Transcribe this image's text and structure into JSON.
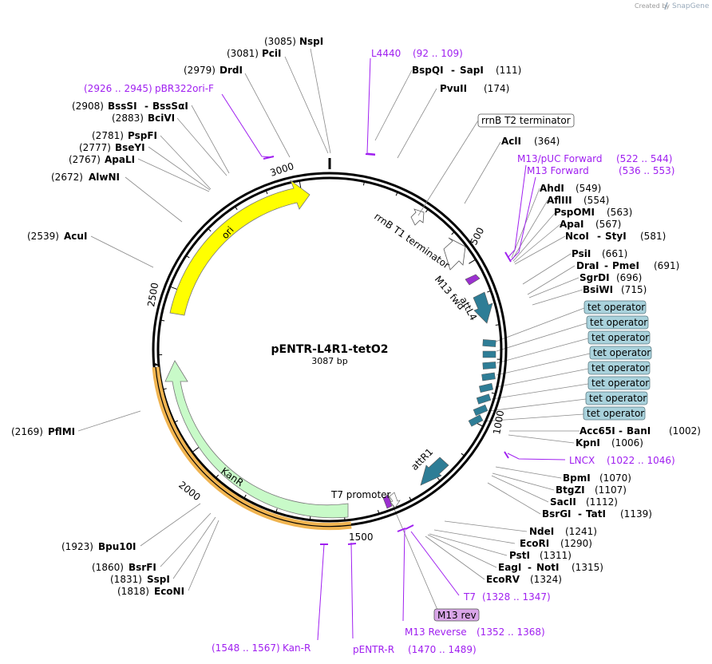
{
  "app": {
    "created_by": "Created by",
    "brand": "SnapGene"
  },
  "plasmid": {
    "name": "pENTR-L4R1-tetO2",
    "length": "3087 bp"
  },
  "ticks": [
    "500",
    "1000",
    "1500",
    "2000",
    "2500",
    "3000"
  ],
  "colors": {
    "ori": "#ffff00",
    "kanr": "#c8fac8",
    "kanr_outline": "#f0b450",
    "att": "#2e7d96",
    "tet": "#2e7d96",
    "m13": "#9b30d0",
    "primer": "#a020f0",
    "line": "#8a8a8a"
  },
  "sites": [
    {
      "name": "NspI",
      "pos": "(3085)"
    },
    {
      "name": "PciI",
      "pos": "(3081)"
    },
    {
      "name": "DrdI",
      "pos": "(2979)"
    },
    {
      "name": "BssSI",
      "name2": "BssSαI",
      "pos": "(2908)"
    },
    {
      "name": "BciVI",
      "pos": "(2883)"
    },
    {
      "name": "PspFI",
      "pos": "(2781)"
    },
    {
      "name": "BseYI",
      "pos": "(2777)"
    },
    {
      "name": "ApaLI",
      "pos": "(2767)"
    },
    {
      "name": "AlwNI",
      "pos": "(2672)"
    },
    {
      "name": "AcuI",
      "pos": "(2539)"
    },
    {
      "name": "PflMI",
      "pos": "(2169)"
    },
    {
      "name": "Bpu10I",
      "pos": "(1923)"
    },
    {
      "name": "BsrFI",
      "pos": "(1860)"
    },
    {
      "name": "SspI",
      "pos": "(1831)"
    },
    {
      "name": "EcoNI",
      "pos": "(1818)"
    },
    {
      "name": "BspQI",
      "name2": "SapI",
      "pos": "(111)"
    },
    {
      "name": "PvuII",
      "pos": "(174)"
    },
    {
      "name": "AclI",
      "pos": "(364)"
    },
    {
      "name": "AhdI",
      "pos": "(549)"
    },
    {
      "name": "AflIII",
      "pos": "(554)"
    },
    {
      "name": "PspOMI",
      "pos": "(563)"
    },
    {
      "name": "ApaI",
      "pos": "(567)"
    },
    {
      "name": "NcoI",
      "name2": "StyI",
      "pos": "(581)"
    },
    {
      "name": "PsiI",
      "pos": "(661)"
    },
    {
      "name": "DraI",
      "name2": "PmeI",
      "pos": "(691)"
    },
    {
      "name": "SgrDI",
      "pos": "(696)"
    },
    {
      "name": "BsiWI",
      "pos": "(715)"
    },
    {
      "name": "Acc65I",
      "name2": "BanI",
      "pos": "(1002)"
    },
    {
      "name": "KpnI",
      "pos": "(1006)"
    },
    {
      "name": "BpmI",
      "pos": "(1070)"
    },
    {
      "name": "BtgZI",
      "pos": "(1107)"
    },
    {
      "name": "SacII",
      "pos": "(1112)"
    },
    {
      "name": "BsrGI",
      "name2": "TatI",
      "pos": "(1139)"
    },
    {
      "name": "NdeI",
      "pos": "(1241)"
    },
    {
      "name": "EcoRI",
      "pos": "(1290)"
    },
    {
      "name": "PstI",
      "pos": "(1311)"
    },
    {
      "name": "EagI",
      "name2": "NotI",
      "pos": "(1315)"
    },
    {
      "name": "EcoRV",
      "pos": "(1324)"
    }
  ],
  "primers": [
    {
      "name": "L4440",
      "range": "(92 .. 109)"
    },
    {
      "name": "pBR322ori-F",
      "range": "(2926 .. 2945)"
    },
    {
      "name": "M13/pUC Forward",
      "range": "(522 .. 544)"
    },
    {
      "name": "M13 Forward",
      "range": "(536 .. 553)"
    },
    {
      "name": "LNCX",
      "range": "(1022 .. 1046)"
    },
    {
      "name": "T7",
      "range": "(1328 .. 1347)"
    },
    {
      "name": "M13 Reverse",
      "range": "(1352 .. 1368)"
    },
    {
      "name": "pENTR-R",
      "range": "(1470 .. 1489)"
    },
    {
      "name": "Kan-R",
      "range": "(1548 .. 1567)"
    }
  ],
  "features": {
    "rrnB_T2": "rrnB T2 terminator",
    "rrnB_T1": "rrnB T1 terminator",
    "m13_fwd": "M13 fwd",
    "attL4": "attL4",
    "attR1": "attR1",
    "t7_promoter": "T7 promoter",
    "m13_rev": "M13 rev",
    "ori": "ori",
    "kanr": "KanR",
    "tet_operator": "tet operator",
    "tet_count": 8
  }
}
